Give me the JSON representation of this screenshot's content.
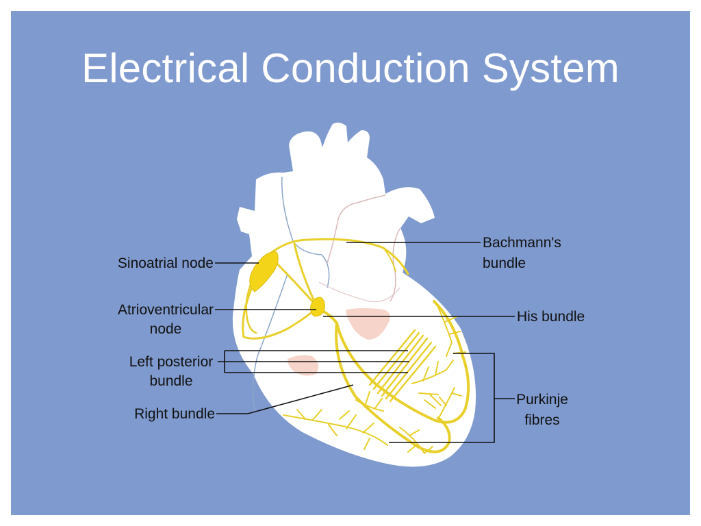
{
  "slide": {
    "title": "Electrical Conduction System"
  },
  "labels": {
    "sinoatrial_node": "Sinoatrial node",
    "atrioventricular_node_line1": "Atrioventricular",
    "atrioventricular_node_line2": "node",
    "left_posterior_bundle_line1": "Left posterior",
    "left_posterior_bundle_line2": "bundle",
    "right_bundle": "Right bundle",
    "bachmanns_bundle_line1": "Bachmann's",
    "bachmanns_bundle_line2": "bundle",
    "his_bundle": "His bundle",
    "purkinje_fibres_line1": "Purkinje",
    "purkinje_fibres_line2": "fibres"
  },
  "colors": {
    "background": "#7f9ace",
    "heart": "#ffffff",
    "conduction": "#e8cf2a",
    "node": "#f3d418",
    "vessel": "#8aa6c8",
    "outline": "#d9b8b8",
    "highlight": "#f6cfc3"
  }
}
